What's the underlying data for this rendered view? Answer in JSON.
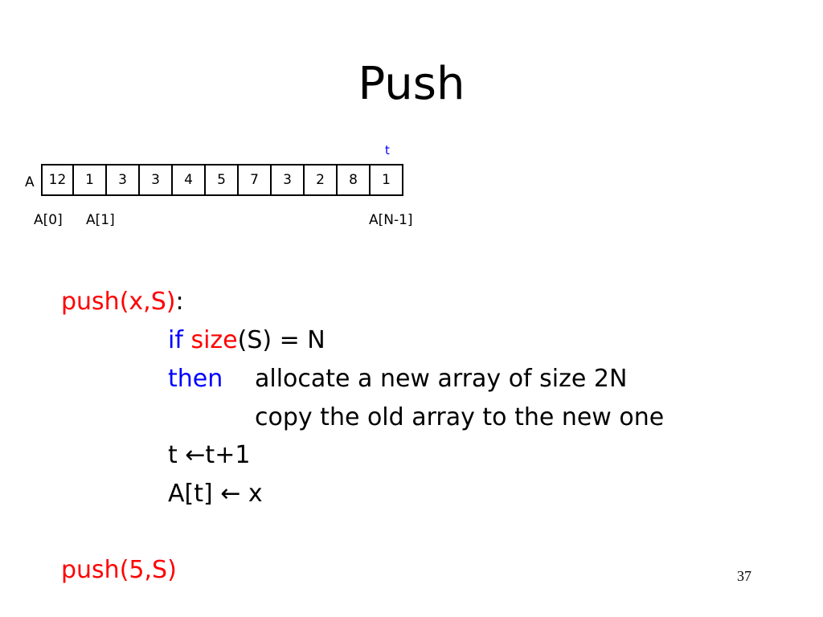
{
  "slide": {
    "title": "Push",
    "page_number": "37"
  },
  "array": {
    "name": "A",
    "pointer": "t",
    "cells": [
      "12",
      "1",
      "3",
      "3",
      "4",
      "5",
      "7",
      "3",
      "2",
      "8",
      "1"
    ],
    "index_labels": {
      "first": "A[0]",
      "second": "A[1]",
      "last": "A[N-1]"
    }
  },
  "code": {
    "signature": "push(x,S)",
    "signature_colon": ":",
    "line1": {
      "if_kw": "if",
      "size_fn": "size",
      "rest": "(S) = N"
    },
    "line2": {
      "then_kw": "then",
      "text": "allocate a new array of size 2N"
    },
    "line3": "copy the old array to the new one",
    "line4": "t ←t+1",
    "line5": "A[t] ← x",
    "call": "push(5,S)"
  },
  "colors": {
    "red": "#ff0000",
    "blue": "#0000ff"
  }
}
